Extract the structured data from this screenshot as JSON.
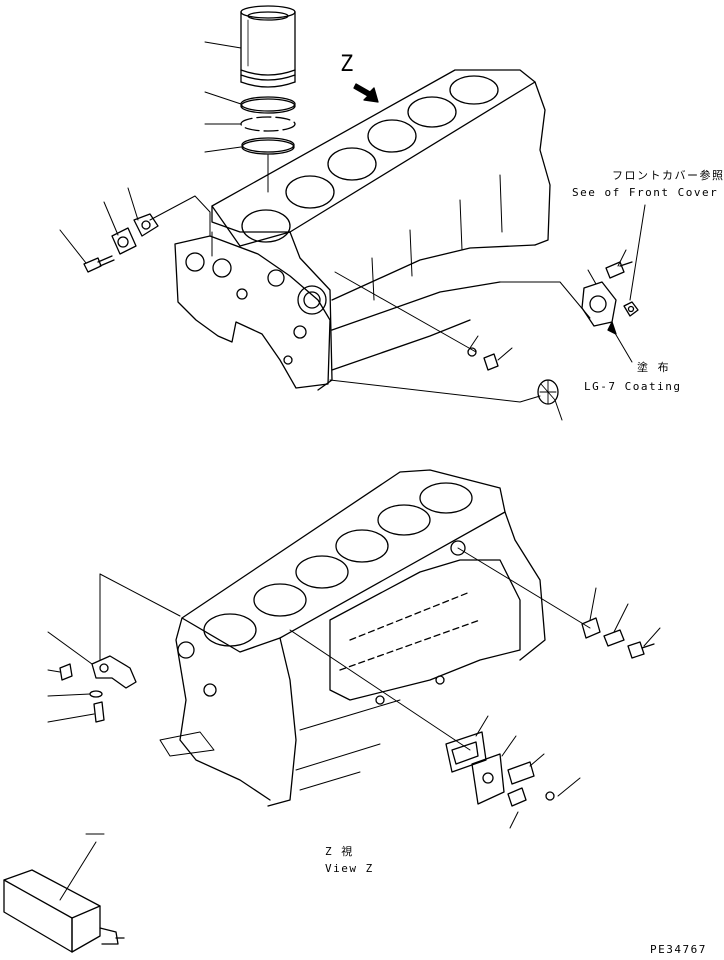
{
  "diagram": {
    "view_marker": "Z",
    "front_cover_ref_jp": "フロントカバー参照",
    "front_cover_ref_en": "See of Front Cover",
    "coating_jp": "塗 布",
    "coating_en": "LG-7 Coating",
    "view_z_jp": "Z  視",
    "view_z_en": "View Z",
    "drawing_number": "PE34767"
  }
}
